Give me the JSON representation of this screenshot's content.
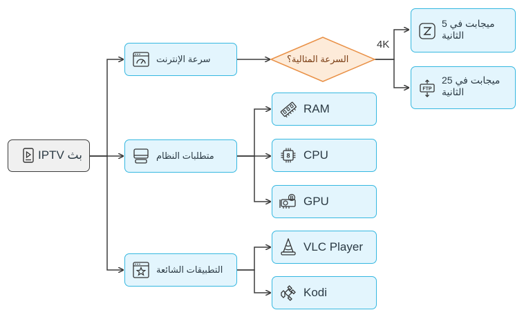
{
  "root": {
    "label": "IPTV بث",
    "icon": "play-document-icon"
  },
  "branches": {
    "internet": {
      "label": "سرعة الإنترنت",
      "icon": "speed-gauge-icon"
    },
    "system": {
      "label": "متطلبات النظام",
      "icon": "hardware-icon"
    },
    "apps": {
      "label": "التطبيقات الشائعة",
      "icon": "app-window-star-icon"
    }
  },
  "decision": {
    "label": "السرعة المثالية؟",
    "edge_label": "4K"
  },
  "speed_options": [
    {
      "label": "ميجابت في 5 الثانية",
      "icon": "zenit-z-icon"
    },
    {
      "label": "ميجابت في 25 الثانية",
      "icon": "ftp-transfer-icon"
    }
  ],
  "hardware": [
    {
      "label": "RAM",
      "icon": "ram-icon"
    },
    {
      "label": "CPU",
      "icon": "cpu-icon"
    },
    {
      "label": "GPU",
      "icon": "gpu-icon"
    }
  ],
  "apps": [
    {
      "label": "VLC Player",
      "icon": "vlc-cone-icon"
    },
    {
      "label": "Kodi",
      "icon": "kodi-icon"
    }
  ],
  "colors": {
    "node_fill": "#e3f5fd",
    "node_border": "#34b7e0",
    "decision_fill": "#fdebd9",
    "decision_border": "#e99147",
    "root_fill": "#f0f0f0",
    "line": "#3b3b3b"
  }
}
